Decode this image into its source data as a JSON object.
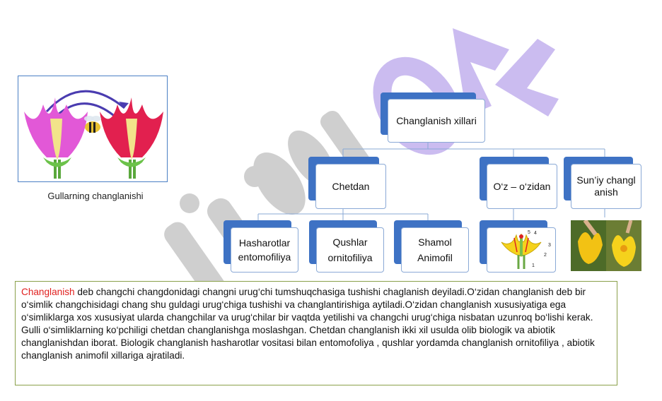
{
  "image_caption": "Gullarning changlanishi",
  "chart": {
    "root": "Changlanish xillari",
    "level1": [
      "Chetdan",
      "O‘z – o‘zidan",
      "Sun’iy changlanish"
    ],
    "chetdan_children": [
      {
        "line1": "Hasharotlar",
        "line2": "entomofiliya"
      },
      {
        "line1": "Qushlar",
        "line2": "ornitofiliya"
      },
      {
        "line1": "Shamol",
        "line2": "Animofil"
      }
    ],
    "diagram_numbers": [
      "5",
      "4",
      "3",
      "2",
      "1"
    ]
  },
  "text": {
    "term": "Changlanish",
    "p1_rest": " deb changchi changdonidagi changni urug‘chi tumshuqchasiga tushishi chaglanish deyiladi.O‘zidan changlanish  deb bir o‘simlik changchisidagi chang  shu guldagi urug‘chiga tushishi  va changlantirishiga aytiladi.O‘zidan changlanish  xususiyatiga ega o‘simliklarga xos xususiyat ularda changchilar va urug‘chilar bir vaqtda yetilishi va changchi urug‘chiga nisbatan uzunroq bo‘lishi kerak.",
    "p2": "Gulli o‘simliklarning ko‘pchiligi chetdan changlanishga moslashgan.  Chetdan changlanish ikki xil usulda olib  biologik va abiotik  changlanishdan iborat. Biologik changlanish hasharotlar vositasi bilan entomofoliya , qushlar yordamda changlanish ornitofiliya , abiotik  changlanish animofil xillariga ajratiladi."
  },
  "colors": {
    "box_back": "#3e72c4",
    "highlight": "#e0201f",
    "watermark": "#c9c9c9",
    "watermark_accent": "#b9a6e6"
  }
}
